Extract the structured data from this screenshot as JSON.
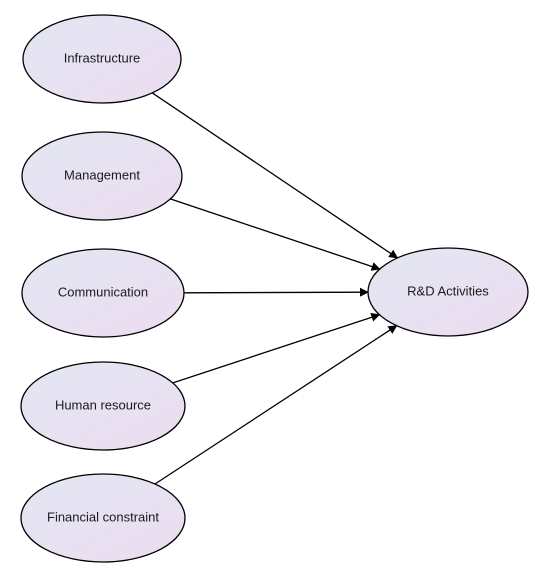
{
  "diagram": {
    "fill_color_start": "#e3e7f3",
    "fill_color_end": "#ecdcf0",
    "stroke_color": "#000000",
    "source_nodes": [
      {
        "id": "infrastructure",
        "label": "Infrastructure"
      },
      {
        "id": "management",
        "label": "Management"
      },
      {
        "id": "communication",
        "label": "Communication"
      },
      {
        "id": "human-resource",
        "label": "Human resource"
      },
      {
        "id": "financial-constraint",
        "label": "Financial constraint"
      }
    ],
    "target_node": {
      "id": "rd-activities",
      "label": "R&D Activities"
    },
    "edges": [
      {
        "from": "infrastructure",
        "to": "rd-activities"
      },
      {
        "from": "management",
        "to": "rd-activities"
      },
      {
        "from": "communication",
        "to": "rd-activities"
      },
      {
        "from": "human-resource",
        "to": "rd-activities"
      },
      {
        "from": "financial-constraint",
        "to": "rd-activities"
      }
    ]
  }
}
